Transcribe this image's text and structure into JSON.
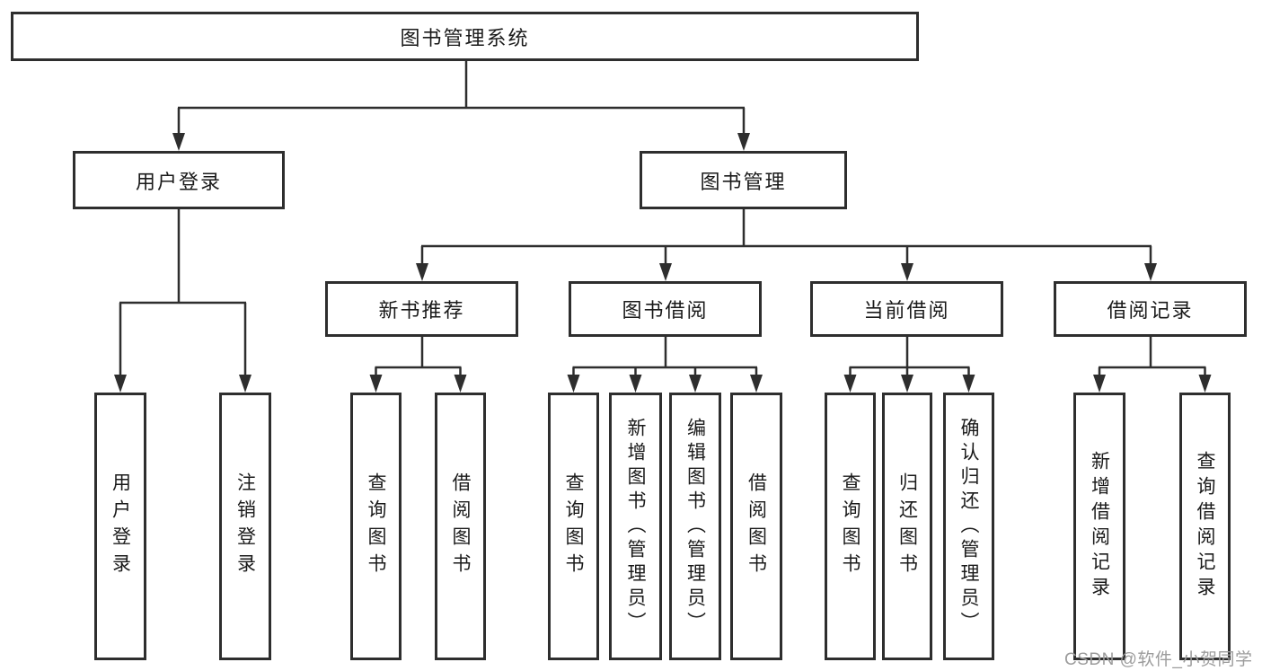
{
  "title": "图书管理系统",
  "colors": {
    "line": "#2e2e2e",
    "box_border": "#2e2e2e",
    "text": "#1a1a1a",
    "watermark": "#9c9c9c",
    "background": "#ffffff"
  },
  "tree": {
    "root": "图书管理系统",
    "branches": [
      {
        "label": "用户登录",
        "children": [
          "用户登录",
          "注销登录"
        ]
      },
      {
        "label": "图书管理",
        "children": [
          {
            "label": "新书推荐",
            "children": [
              "查询图书",
              "借阅图书"
            ]
          },
          {
            "label": "图书借阅",
            "children": [
              "查询图书",
              "新增图书（管理员）",
              "编辑图书（管理员）",
              "借阅图书"
            ]
          },
          {
            "label": "当前借阅",
            "children": [
              "查询图书",
              "归还图书",
              "确认归还（管理员）"
            ]
          },
          {
            "label": "借阅记录",
            "children": [
              "新增借阅记录",
              "查询借阅记录"
            ]
          }
        ]
      }
    ]
  },
  "watermark": "CSDN @软件_小贺同学"
}
